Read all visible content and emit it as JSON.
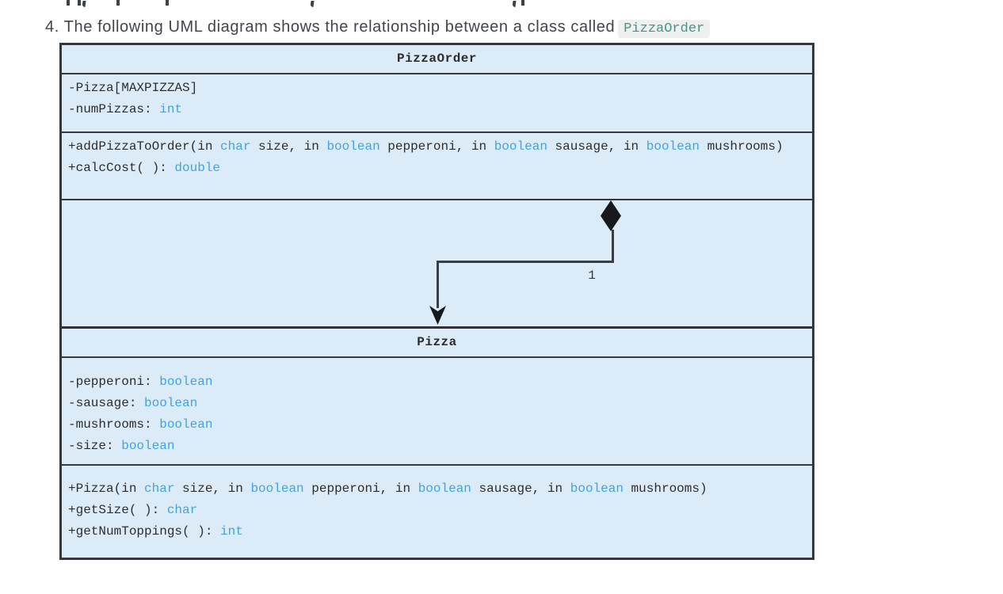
{
  "intro": {
    "text": "4. The following UML diagram shows the relationship between a class called",
    "code": "PizzaOrder"
  },
  "diagram": {
    "pizza_order": {
      "title": "PizzaOrder",
      "attributes": [
        [
          [
            "-Pizza[MAXPIZZAS]",
            0
          ]
        ],
        [
          [
            "-numPizzas: ",
            0
          ],
          [
            "int",
            1
          ]
        ]
      ],
      "methods": [
        [
          [
            "+addPizzaToOrder(in ",
            0
          ],
          [
            "char",
            1
          ],
          [
            " size, in ",
            0
          ],
          [
            "boolean",
            1
          ],
          [
            " pepperoni, in ",
            0
          ],
          [
            "boolean",
            1
          ],
          [
            " sausage, in ",
            0
          ],
          [
            "boolean",
            1
          ],
          [
            " mushrooms)",
            0
          ]
        ],
        [
          [
            "+calcCost( ): ",
            0
          ],
          [
            "double",
            1
          ]
        ]
      ]
    },
    "relationship": {
      "kind": "composition",
      "multiplicity": "1"
    },
    "pizza": {
      "title": "Pizza",
      "attributes": [
        [
          [
            "-pepperoni: ",
            0
          ],
          [
            "boolean",
            1
          ]
        ],
        [
          [
            "-sausage: ",
            0
          ],
          [
            "boolean",
            1
          ]
        ],
        [
          [
            "-mushrooms: ",
            0
          ],
          [
            "boolean",
            1
          ]
        ],
        [
          [
            "-size: ",
            0
          ],
          [
            "boolean",
            1
          ]
        ]
      ],
      "methods": [
        [
          [
            "+Pizza(in ",
            0
          ],
          [
            "char",
            1
          ],
          [
            " size, in ",
            0
          ],
          [
            "boolean",
            1
          ],
          [
            " pepperoni, in ",
            0
          ],
          [
            "boolean",
            1
          ],
          [
            " sausage, in ",
            0
          ],
          [
            "boolean",
            1
          ],
          [
            " mushrooms)",
            0
          ]
        ],
        [
          [
            "+getSize( ): ",
            0
          ],
          [
            "char",
            1
          ]
        ],
        [
          [
            "+getNumToppings( ): ",
            0
          ],
          [
            "int",
            1
          ]
        ]
      ]
    },
    "colors": {
      "box_fill": "#dbecf8",
      "box_border": "#34383d",
      "type_blue": "#43a3db",
      "text": "#2d2d2d",
      "code_teal": "#48948a",
      "code_chip_bg": "#eef1f0",
      "connector": "#17191b"
    }
  }
}
